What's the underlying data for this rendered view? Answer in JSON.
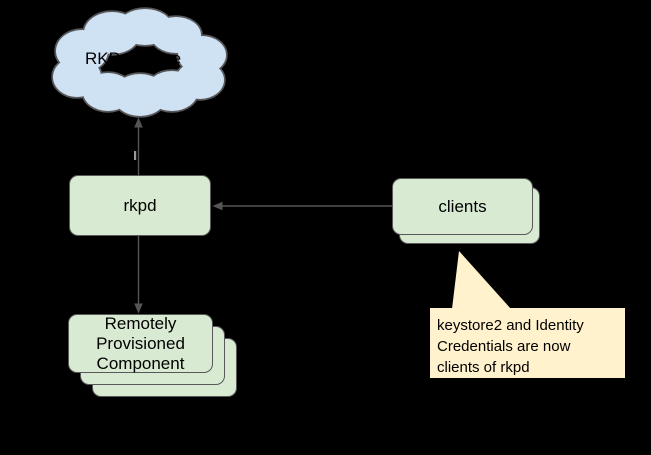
{
  "diagram": {
    "background": "#000000",
    "stroke_color": "#58585a",
    "arrow_color": "#555555",
    "nodes": {
      "rkp_service": {
        "label": "RKP Service",
        "shape": "cloud",
        "fill": "#cfe2f3"
      },
      "rkpd": {
        "label": "rkpd",
        "shape": "rounded-rect",
        "fill": "#d9ead3"
      },
      "clients": {
        "label": "clients",
        "shape": "rounded-rect-stack",
        "stack_count": 2,
        "fill": "#d9ead3"
      },
      "remotely_provisioned_component": {
        "label": "Remotely Provisioned Component",
        "lines": [
          "Remotely",
          "Provisioned",
          "Component"
        ],
        "shape": "rounded-rect-stack",
        "stack_count": 3,
        "fill": "#d9ead3"
      }
    },
    "callout": {
      "fill": "#fff2cc",
      "text": "keystore2 and Identity Credentials are now clients of rkpd",
      "lines": [
        "keystore2 and Identity",
        "Credentials are now",
        "clients of rkpd"
      ]
    },
    "edges": [
      {
        "from": "rkpd",
        "to": "rkp_service",
        "direction": "up",
        "arrowhead_at": "rkp_service"
      },
      {
        "from": "clients",
        "to": "rkpd",
        "direction": "left",
        "arrowhead_at": "rkpd"
      },
      {
        "from": "rkpd",
        "to": "remotely_provisioned_component",
        "direction": "down",
        "arrowhead_at": "remotely_provisioned_component"
      }
    ]
  }
}
